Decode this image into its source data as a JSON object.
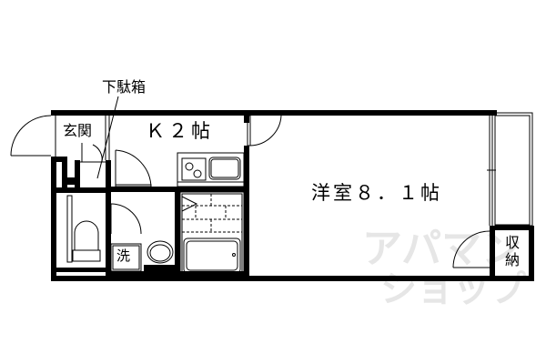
{
  "floor_plan": {
    "rooms": {
      "western_room": "洋室8.1帖",
      "western_room_display": "洋室８．１帖",
      "kitchen": "K2帖",
      "kitchen_display": "Ｋ２帖",
      "entrance": "玄関",
      "shoe_box": "下駄箱",
      "storage": "収納",
      "washer": "洗"
    },
    "watermark": {
      "line1": "アパマン",
      "line2": "ショップ"
    },
    "colors": {
      "wall": "#000000",
      "background": "#ffffff",
      "watermark": "#e6e6e6"
    }
  }
}
